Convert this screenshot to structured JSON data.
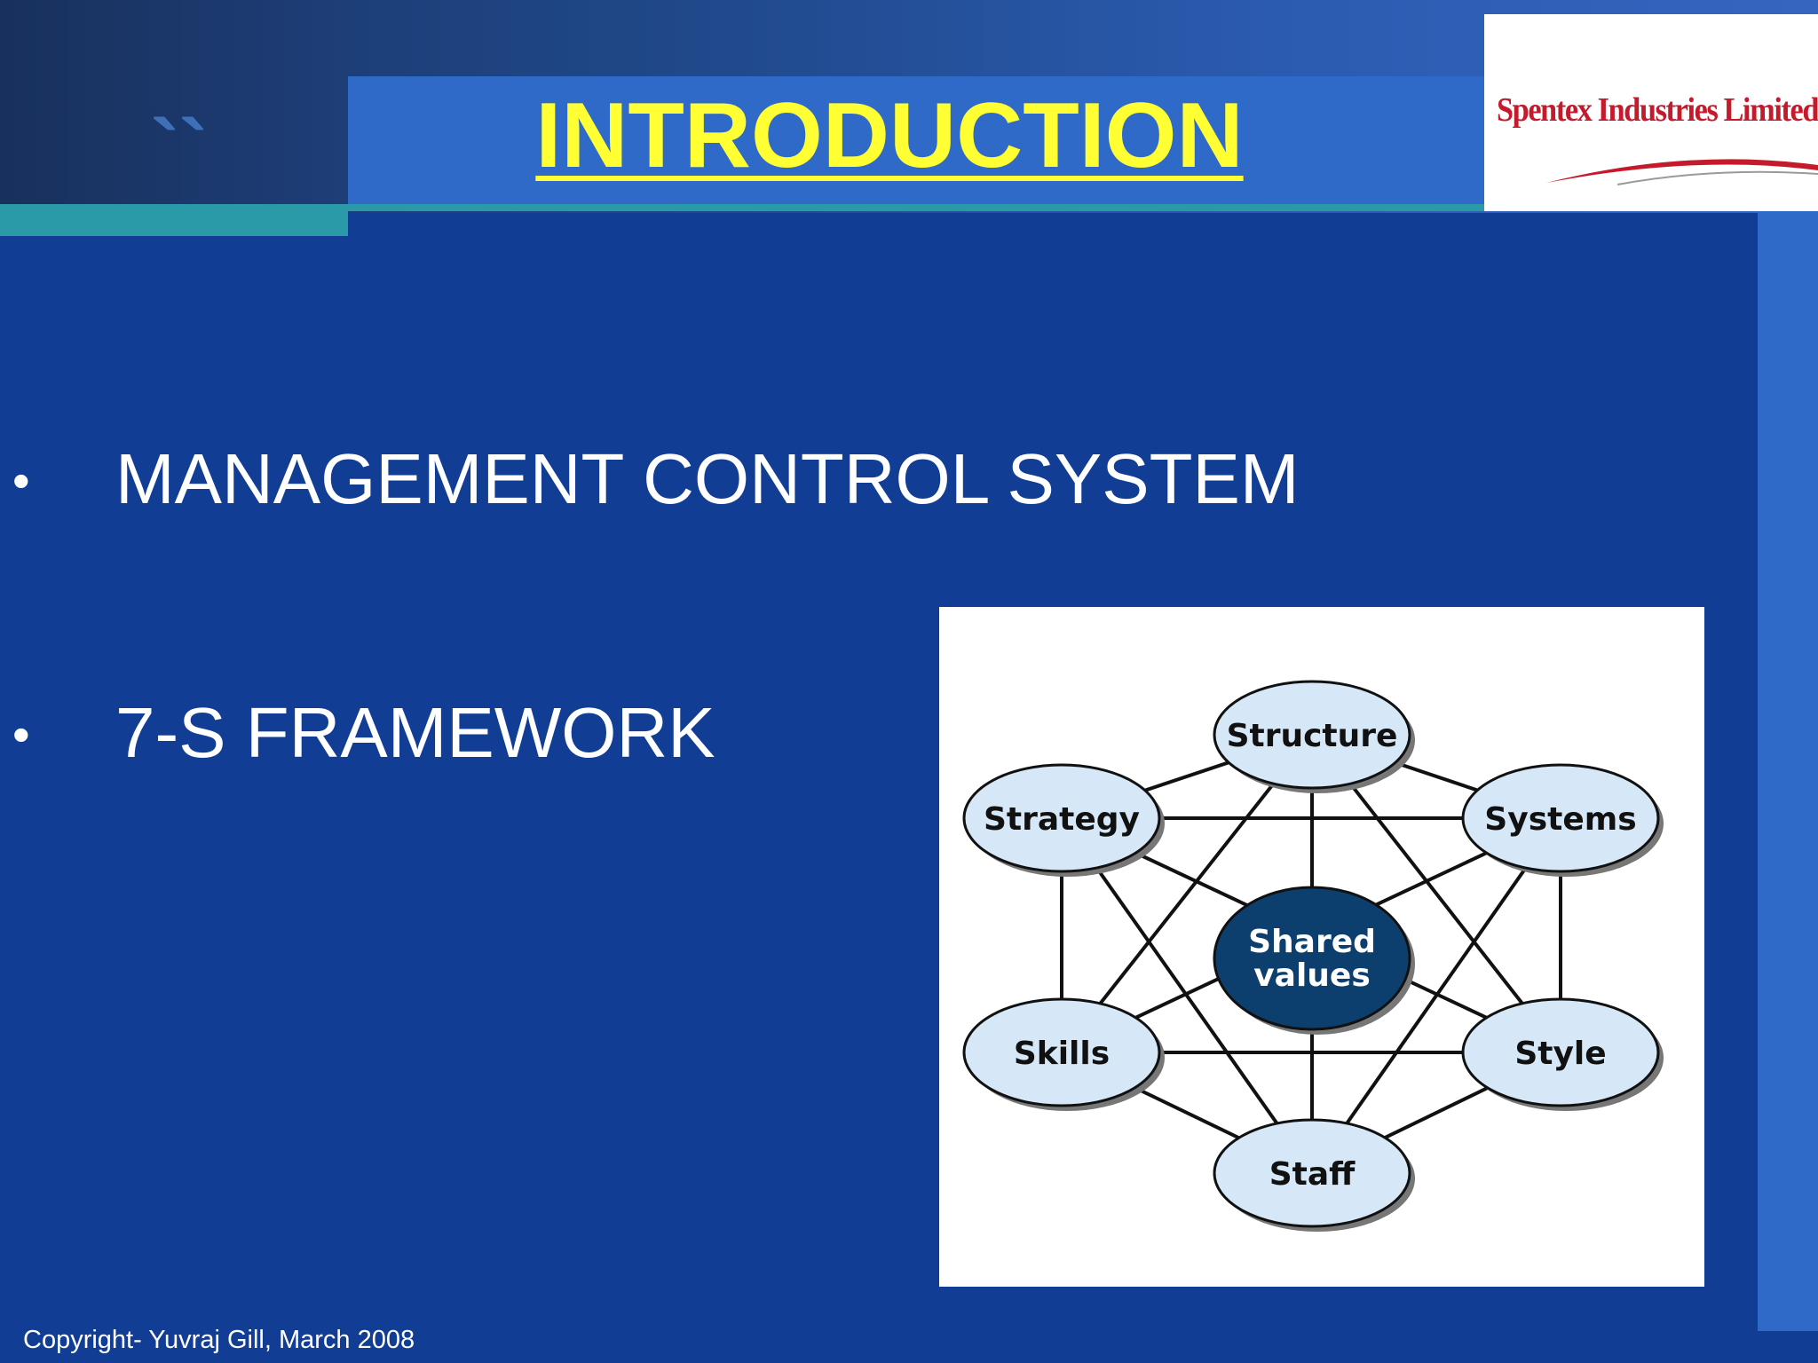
{
  "slide": {
    "decoration_mark": "``",
    "title": "INTRODUCTION",
    "logo_text": "Spentex Industries Limited",
    "bullet_symbol": "•",
    "bullets": [
      "MANAGEMENT CONTROL SYSTEM",
      "7-S FRAMEWORK"
    ],
    "footer": "Copyright- Yuvraj Gill, March 2008"
  },
  "diagram": {
    "nodes": [
      {
        "id": "structure",
        "lines": [
          "Structure"
        ]
      },
      {
        "id": "strategy",
        "lines": [
          "Strategy"
        ]
      },
      {
        "id": "systems",
        "lines": [
          "Systems"
        ]
      },
      {
        "id": "shared",
        "lines": [
          "Shared",
          "values"
        ]
      },
      {
        "id": "skills",
        "lines": [
          "Skills"
        ]
      },
      {
        "id": "style",
        "lines": [
          "Style"
        ]
      },
      {
        "id": "staff",
        "lines": [
          "Staff"
        ]
      }
    ]
  },
  "colors": {
    "background": "#113d94",
    "title": "#ffff33",
    "node_fill": "#d6e8f7",
    "center_fill": "#0d3f6e",
    "logo_red": "#c41a2c"
  }
}
